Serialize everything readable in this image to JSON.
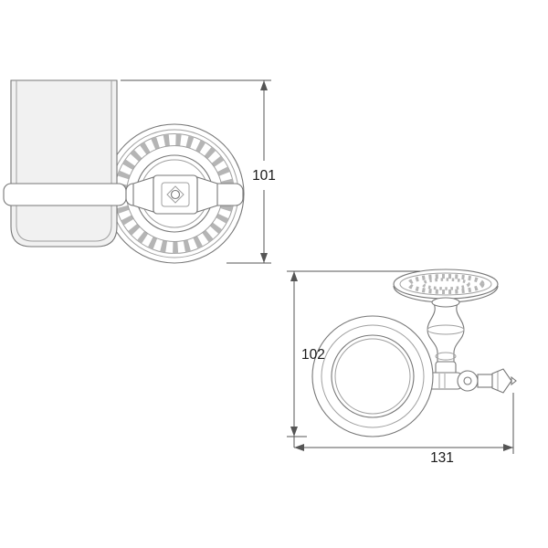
{
  "diagram": {
    "dimensions": {
      "tumbler_height": "101",
      "soap_dish_height": "102",
      "soap_dish_width": "131"
    },
    "colors": {
      "background": "#ffffff",
      "line": "#777777",
      "line_light": "#a0a0a0",
      "ornament": "#b5b5b5",
      "dimension_line": "#555555",
      "text": "#1a1a1a",
      "glass_fill": "#f1f1f1"
    }
  }
}
